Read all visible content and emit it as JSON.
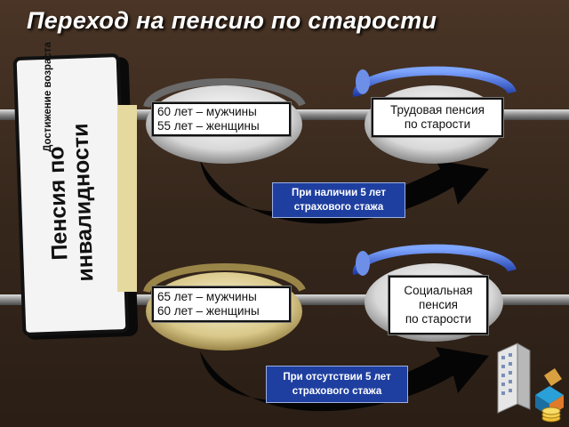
{
  "title": "Переход на пенсию по старости",
  "vertical_card": {
    "line1": "Пенсия по",
    "line2": "инвалидности"
  },
  "side_label": "Достижение возраста",
  "top_row": {
    "age_box": {
      "line1": "60 лет – мужчины",
      "line2": "55 лет – женщины"
    },
    "result_box": {
      "line1": "Трудовая пенсия",
      "line2": "по старости"
    },
    "condition": {
      "line1": "При наличии 5 лет",
      "line2": "страхового стажа"
    }
  },
  "bottom_row": {
    "age_box": {
      "line1": "65 лет – мужчины",
      "line2": "60 лет – женщины"
    },
    "result_box": {
      "line1": "Социальная",
      "line2": "пенсия",
      "line3": "по старости"
    },
    "condition": {
      "line1": "При отсутствии 5 лет",
      "line2": "страхового стажа"
    }
  },
  "colors": {
    "background": "#3a2a1e",
    "condition_box": "#1f3fa0",
    "side_label": "#e6d9a0",
    "bar": "#9a9a9a"
  },
  "icons": [
    "building-coins-icon"
  ]
}
